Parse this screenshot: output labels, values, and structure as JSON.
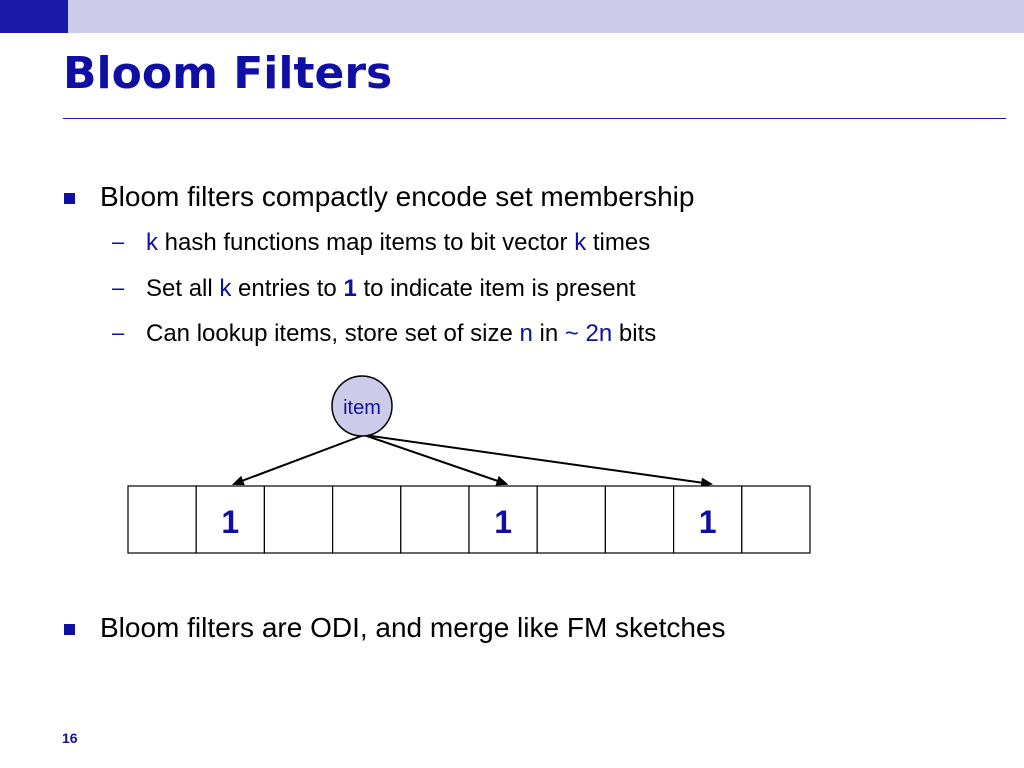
{
  "title": "Bloom Filters",
  "bullets": [
    {
      "text": "Bloom filters compactly encode set membership",
      "subs": [
        {
          "parts": [
            {
              "t": "k",
              "c": "blue"
            },
            {
              "t": " hash functions map items to bit vector ",
              "c": "black"
            },
            {
              "t": "k",
              "c": "blue"
            },
            {
              "t": " times",
              "c": "black"
            }
          ]
        },
        {
          "parts": [
            {
              "t": "Set all ",
              "c": "black"
            },
            {
              "t": "k",
              "c": "blue"
            },
            {
              "t": " entries to ",
              "c": "black"
            },
            {
              "t": "1",
              "c": "blue-bold"
            },
            {
              "t": " to indicate item is present",
              "c": "black"
            }
          ]
        },
        {
          "parts": [
            {
              "t": "Can lookup items, store set of size ",
              "c": "black"
            },
            {
              "t": "n",
              "c": "blue"
            },
            {
              "t": " in ",
              "c": "black"
            },
            {
              "t": "~ 2n",
              "c": "blue"
            },
            {
              "t": " bits",
              "c": "black"
            }
          ]
        }
      ]
    },
    {
      "text": "Bloom filters are ODI, and merge like FM sketches"
    }
  ],
  "diagram": {
    "item_label": "item",
    "bits": [
      "",
      "1",
      "",
      "",
      "",
      "1",
      "",
      "",
      "1",
      ""
    ],
    "hashed_indices": [
      1,
      5,
      8
    ]
  },
  "page_number": "16",
  "colors": {
    "accent": "#0f0fa3",
    "band": "#ccccea",
    "band_block": "#1a1aa8",
    "node_fill": "#ccccea"
  }
}
